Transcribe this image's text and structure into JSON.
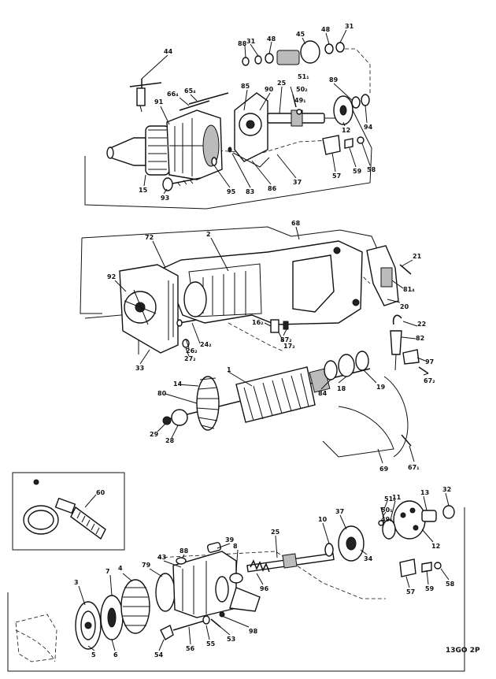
{
  "drawing_code": "13GO 2P",
  "callouts": {
    "top": [
      "44",
      "88",
      "31",
      "48",
      "45",
      "48",
      "31",
      "66₄",
      "65₄",
      "85",
      "90",
      "25",
      "51₁",
      "50₂",
      "49₁",
      "89",
      "91",
      "12",
      "94",
      "15",
      "93",
      "95",
      "83",
      "86",
      "37",
      "57",
      "59",
      "58"
    ],
    "middle": [
      "68",
      "72",
      "2",
      "21",
      "92",
      "81₄",
      "20",
      "22",
      "16₂",
      "87₂",
      "82",
      "24₂",
      "26₂",
      "17₂",
      "27₂",
      "33",
      "97",
      "67₂",
      "14",
      "1",
      "80",
      "84",
      "18",
      "19",
      "29",
      "28",
      "69",
      "67₁"
    ],
    "bottom": [
      "60",
      "51₂",
      "13",
      "32",
      "50₁",
      "11",
      "49₁",
      "10",
      "37",
      "12",
      "39",
      "25",
      "88",
      "8",
      "7",
      "4",
      "79",
      "43",
      "34",
      "3",
      "96",
      "57",
      "59",
      "58",
      "98",
      "5",
      "6",
      "54",
      "56",
      "55",
      "53"
    ]
  }
}
